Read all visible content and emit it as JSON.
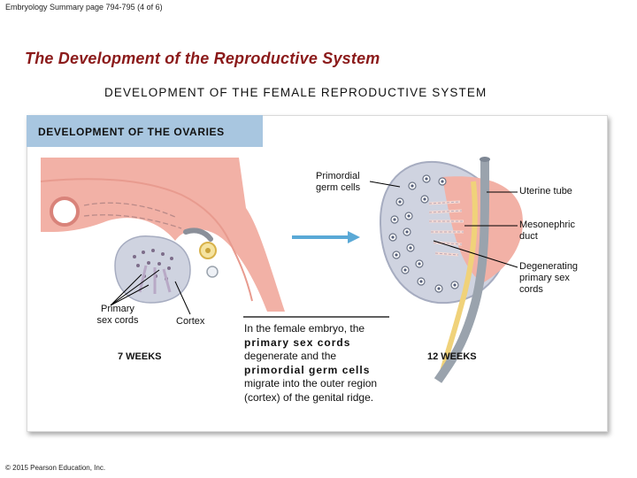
{
  "header": {
    "text": "Embryology Summary page 794-795 (4 of 6)"
  },
  "page_title": "The Development of the Reproductive System",
  "section_title": "DEVELOPMENT OF THE FEMALE REPRODUCTIVE SYSTEM",
  "panel": {
    "tab_label": "DEVELOPMENT OF THE OVARIES",
    "labels": {
      "primordial_germ_cells": [
        "Primordial",
        "germ cells"
      ],
      "uterine_tube": "Uterine tube",
      "mesonephric_duct": [
        "Mesonephric",
        "duct"
      ],
      "degenerating": [
        "Degenerating",
        "primary sex",
        "cords"
      ],
      "primary_sex_cords": [
        "Primary",
        "sex cords"
      ],
      "cortex": "Cortex",
      "stage_7": "7 WEEKS",
      "stage_12": "12 WEEKS"
    },
    "description": {
      "part1": "In the female embryo, the",
      "em1": "primary sex cords",
      "part2": "degenerate and the",
      "em2": "primordial germ cells",
      "part3": "migrate into the outer region (cortex) of the genital ridge."
    },
    "colors": {
      "tab_bg": "#a8c6e0",
      "tissue": "#f2b1a6",
      "arrow": "#5aa9d6",
      "tube": "#9aa3ad",
      "duct": "#f0d27a"
    }
  },
  "footer": "© 2015 Pearson Education, Inc."
}
